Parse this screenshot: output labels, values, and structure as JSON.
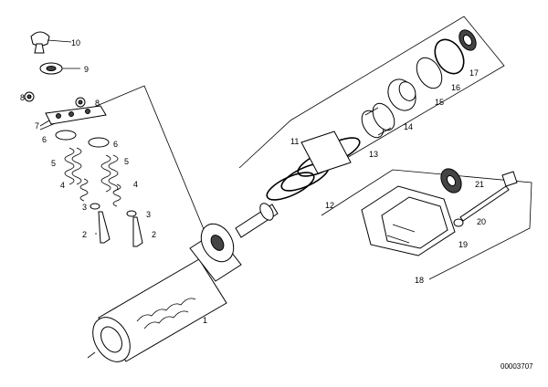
{
  "diagram": {
    "reference_number": "00003707",
    "callouts": {
      "c1": "1",
      "c2a": "2",
      "c2b": "2",
      "c3a": "3",
      "c3b": "3",
      "c4a": "4",
      "c4b": "4",
      "c5a": "5",
      "c5b": "5",
      "c6a": "6",
      "c6b": "6",
      "c7": "7",
      "c8a": "8",
      "c8b": "8",
      "c9": "9",
      "c10": "10",
      "c11": "11",
      "c12": "12",
      "c13": "13",
      "c14": "14",
      "c15": "15",
      "c16": "16",
      "c17": "17",
      "c18": "18",
      "c19": "19",
      "c20": "20",
      "c21": "21"
    }
  }
}
